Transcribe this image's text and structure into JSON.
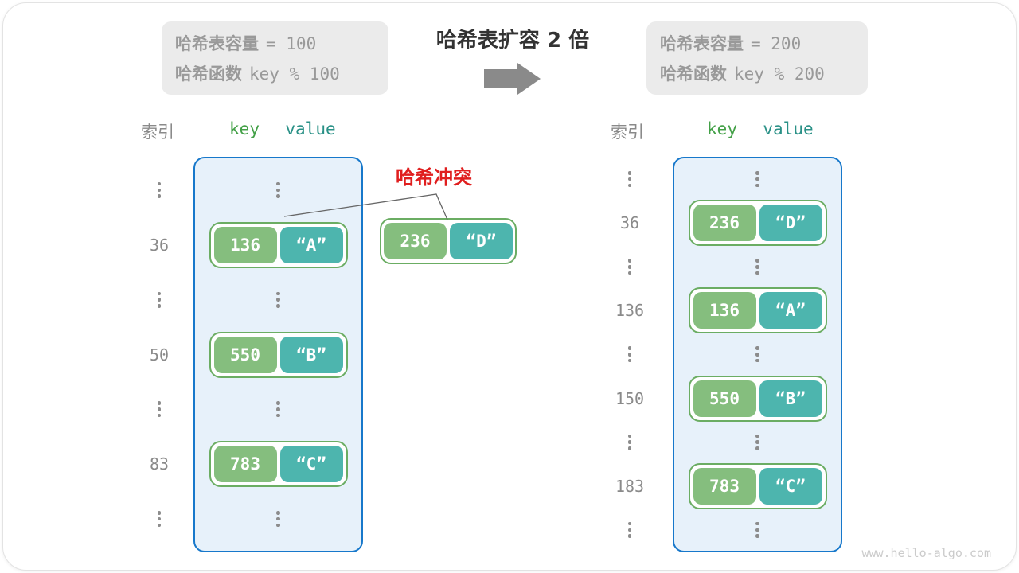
{
  "title": {
    "text": "哈希表扩容 2 倍"
  },
  "collision": {
    "label": "哈希冲突"
  },
  "watermark": "www.hello-algo.com",
  "left": {
    "info": {
      "capacity_label": "哈希表容量",
      "capacity_value": "= 100",
      "hash_label": "哈希函数",
      "hash_value": "key % 100"
    },
    "headers": {
      "index": "索引",
      "key": "key",
      "value": "value"
    },
    "rows": [
      {
        "type": "dots"
      },
      {
        "type": "pair",
        "index": "36",
        "key": "136",
        "value": "“A”"
      },
      {
        "type": "dots"
      },
      {
        "type": "pair",
        "index": "50",
        "key": "550",
        "value": "“B”"
      },
      {
        "type": "dots"
      },
      {
        "type": "pair",
        "index": "83",
        "key": "783",
        "value": "“C”"
      },
      {
        "type": "dots"
      }
    ]
  },
  "right": {
    "info": {
      "capacity_label": "哈希表容量",
      "capacity_value": "= 200",
      "hash_label": "哈希函数",
      "hash_value": "key % 200"
    },
    "headers": {
      "index": "索引",
      "key": "key",
      "value": "value"
    },
    "rows": [
      {
        "type": "dots"
      },
      {
        "type": "pair",
        "index": "36",
        "key": "236",
        "value": "“D”"
      },
      {
        "type": "dots"
      },
      {
        "type": "pair",
        "index": "136",
        "key": "136",
        "value": "“A”"
      },
      {
        "type": "dots"
      },
      {
        "type": "pair",
        "index": "150",
        "key": "550",
        "value": "“B”"
      },
      {
        "type": "dots"
      },
      {
        "type": "pair",
        "index": "183",
        "key": "783",
        "value": "“C”"
      },
      {
        "type": "dots"
      }
    ]
  },
  "overflow_pair": {
    "key": "236",
    "value": "“D”"
  },
  "colors": {
    "table_border": "#1778CB",
    "table_fill": "#E7F1FA",
    "key_green": "#85BE7E",
    "value_teal": "#4DB5AE",
    "pair_border": "#6BAD63",
    "collision_red": "#E01E1E",
    "gray_text": "#999999",
    "index_gray": "#8A8A8A",
    "header_key_green": "#43A047",
    "header_value_teal": "#2A9187",
    "arrow_gray": "#8A8A8A",
    "info_bg": "#EBEBEB",
    "watermark_gray": "#CBCBCB",
    "title_dark": "#333333",
    "line_gray": "#666666"
  }
}
